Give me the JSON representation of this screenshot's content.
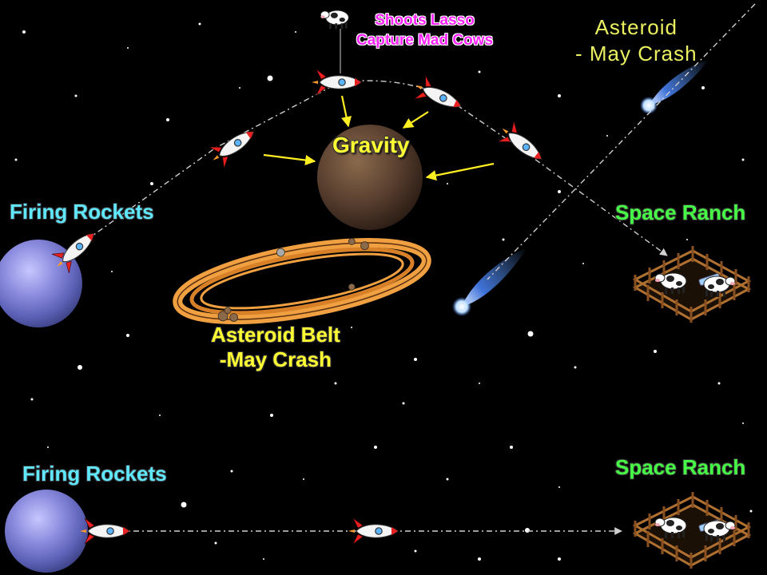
{
  "labels": {
    "firing_rockets_top": "Firing Rockets",
    "firing_rockets_bottom": "Firing Rockets",
    "space_ranch_top": "Space Ranch",
    "space_ranch_bottom": "Space Ranch",
    "gravity": "Gravity",
    "asteroid_belt_line1": "Asteroid Belt",
    "asteroid_belt_line2": "-May Crash",
    "lasso_line1": "Shoots Lasso",
    "lasso_line2": "Capture Mad Cows",
    "asteroid_line1": "Asteroid",
    "asteroid_line2": "- May Crash"
  },
  "colors": {
    "space": "#000000",
    "cyan_label": "#5fe8ff",
    "green_label": "#47ff47",
    "yellow_label": "#ffff33",
    "magenta_label": "#ff22ff",
    "asteroid_label": "#eaf060",
    "path_line": "#cfcfcf",
    "gravity_arrow": "#ffee22",
    "rocket_body": "#f4f4f4",
    "rocket_fin": "#e82020",
    "comet": "#6aa8ff",
    "planet_dark": "#5a4030",
    "earth_planet": "#8e8ee0",
    "ring": "#f0a040",
    "fence": "#b07030"
  },
  "icons": {
    "rocket": "rocket-icon",
    "cow": "cow-icon",
    "comet": "comet-icon",
    "planet": "planet-icon",
    "fence": "fence-icon"
  }
}
